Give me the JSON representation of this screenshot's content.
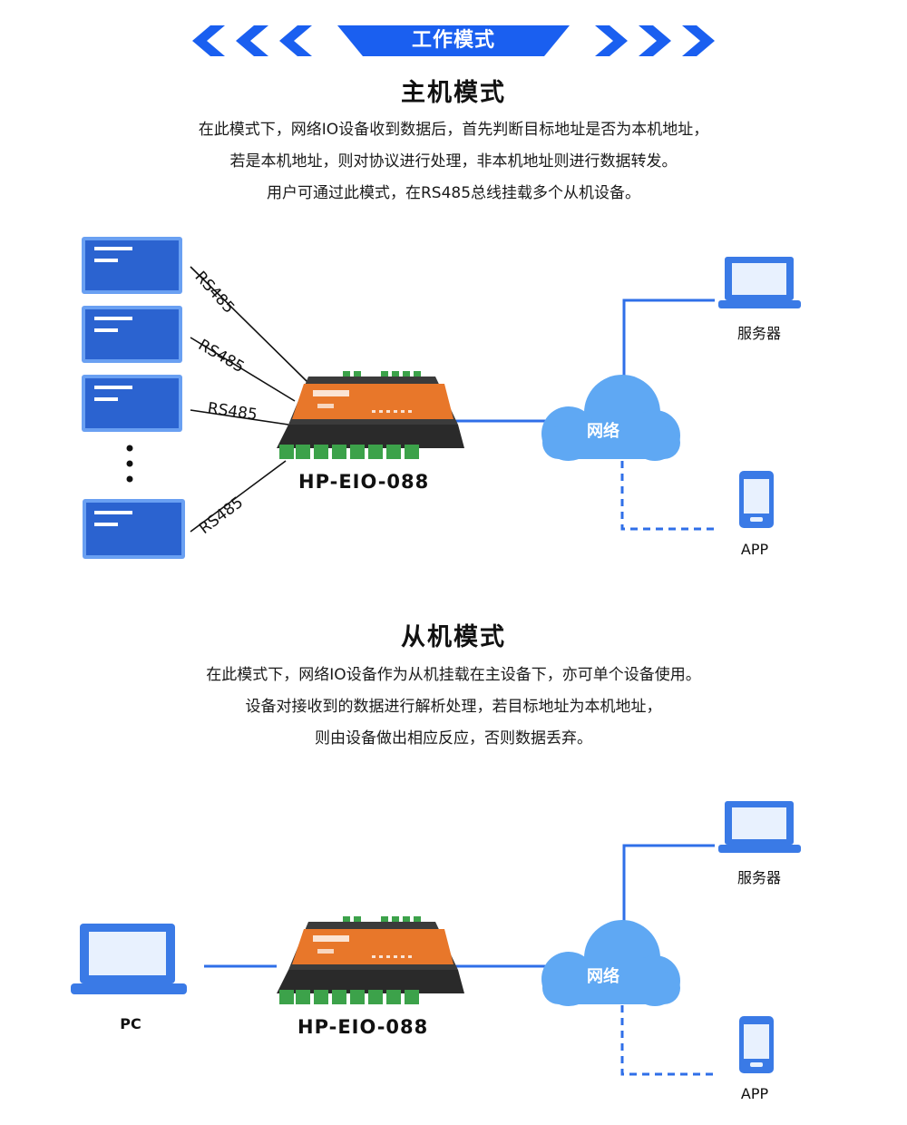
{
  "banner": {
    "title": "工作模式"
  },
  "master": {
    "title": "主机模式",
    "lines": [
      "在此模式下，网络IO设备收到数据后，首先判断目标地址是否为本机地址，",
      "若是本机地址，则对协议进行处理，非本机地址则进行数据转发。",
      "用户可通过此模式，在RS485总线挂载多个从机设备。"
    ],
    "bus_labels": [
      "RS485",
      "RS485",
      "RS485",
      "RS485"
    ],
    "device_name": "HP-EIO-088",
    "cloud_label": "网络",
    "server_label": "服务器",
    "app_label": "APP"
  },
  "slave": {
    "title": "从机模式",
    "lines": [
      "在此模式下，网络IO设备作为从机挂载在主设备下，亦可单个设备使用。",
      "设备对接收到的数据进行解析处理，若目标地址为本机地址，",
      "则由设备做出相应反应，否则数据丢弃。"
    ],
    "pc_label": "PC",
    "device_name": "HP-EIO-088",
    "cloud_label": "网络",
    "server_label": "服务器",
    "app_label": "APP"
  },
  "colors": {
    "accent": "#1a5ff0",
    "line_blue": "#2f6fe8",
    "panel_blue": "#3a7ae6",
    "panel_inner": "#2b63d0",
    "cloud": "#5fa8f3",
    "device_orange": "#e8772a",
    "device_dark": "#2a2a2a",
    "terminal_green": "#3ca24a"
  },
  "icons": {
    "banner_left": "chevron-left-icon",
    "banner_right": "chevron-right-icon",
    "server": "laptop-icon",
    "app": "smartphone-icon",
    "pc": "laptop-icon",
    "cloud": "cloud-icon",
    "device": "io-device-icon",
    "slave_panel": "slave-device-icon"
  }
}
